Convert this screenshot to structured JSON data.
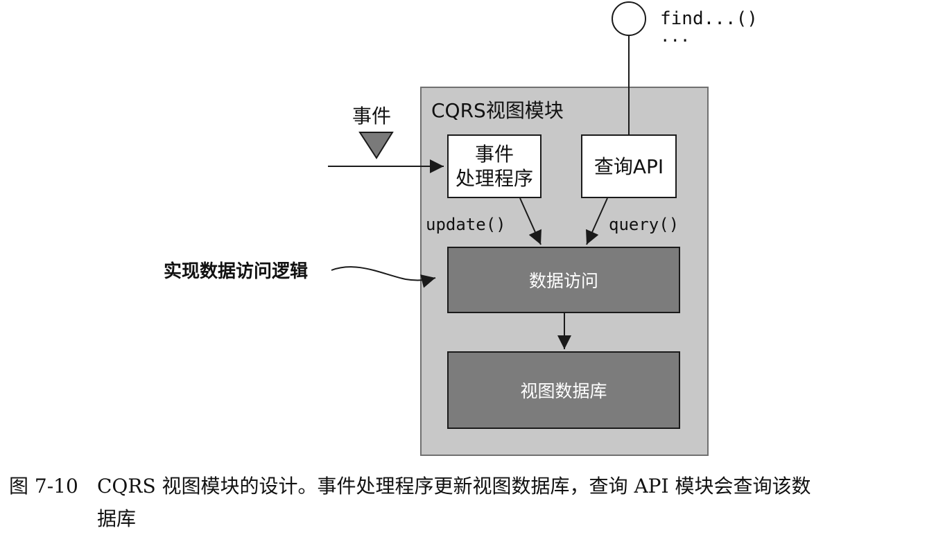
{
  "diagram": {
    "module_title": "CQRS视图模块",
    "event_label": "事件",
    "event_handler": {
      "line1": "事件",
      "line2": "处理程序"
    },
    "query_api": "查询API",
    "find_label": "find...()",
    "ellipsis_label": "...",
    "update_label": "update()",
    "query_label": "query()",
    "data_access": "数据访问",
    "view_database": "视图数据库",
    "logic_label": "实现数据访问逻辑",
    "colors": {
      "module_fill": "#c8c8c8",
      "module_border": "#707070",
      "dark_box_fill": "#7c7c7c",
      "triangle_fill": "#7a7a7a",
      "line": "#1a1a1a"
    },
    "icons": [
      "event-triangle-icon",
      "interface-circle-icon"
    ]
  },
  "caption": {
    "number": "图 7-10",
    "line1": "CQRS 视图模块的设计。事件处理程序更新视图数据库，查询 API 模块会查询该数",
    "line2": "据库"
  }
}
